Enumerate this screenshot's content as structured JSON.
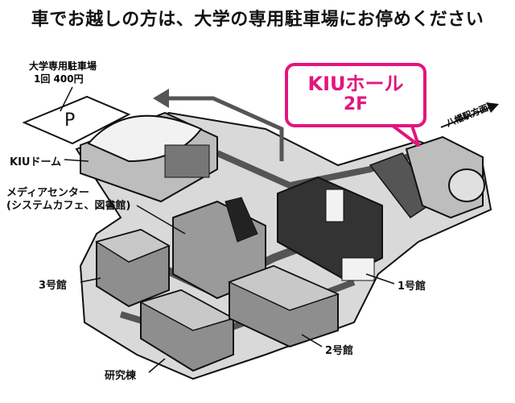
{
  "title": "車でお越しの方は、大学の専用駐車場にお停めください",
  "parking": {
    "label": "大学専用駐車場",
    "fee": "1回 400円",
    "symbol": "P"
  },
  "callout": {
    "line1": "KIUホール",
    "line2": "2F"
  },
  "direction": {
    "label": "八幡駅方面"
  },
  "buildings": {
    "dome": "KIUドーム",
    "media_center_line1": "メディアセンター",
    "media_center_line2": "(システムカフェ、図書館)",
    "bldg3": "3号館",
    "bldg1": "1号館",
    "bldg2": "2号館",
    "research": "研究棟"
  },
  "colors": {
    "accent": "#e3157d"
  }
}
